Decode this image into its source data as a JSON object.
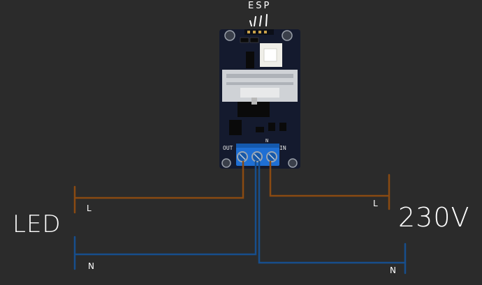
{
  "labels": {
    "esp": "ESP",
    "led": "LED",
    "mains": "230V",
    "live_left": "L",
    "live_right": "L",
    "neutral_left": "N",
    "neutral_right": "N"
  },
  "module": {
    "out_pin": "OUT",
    "n_pin": "N",
    "in_pin": "IN"
  },
  "colors": {
    "background": "#2b2b2b",
    "live_wire": "#8a4a12",
    "neutral_wire": "#174e8c",
    "pcb": "#141a2e",
    "terminal": "#1f6fd4",
    "heatsink": "#cfd2d6"
  }
}
